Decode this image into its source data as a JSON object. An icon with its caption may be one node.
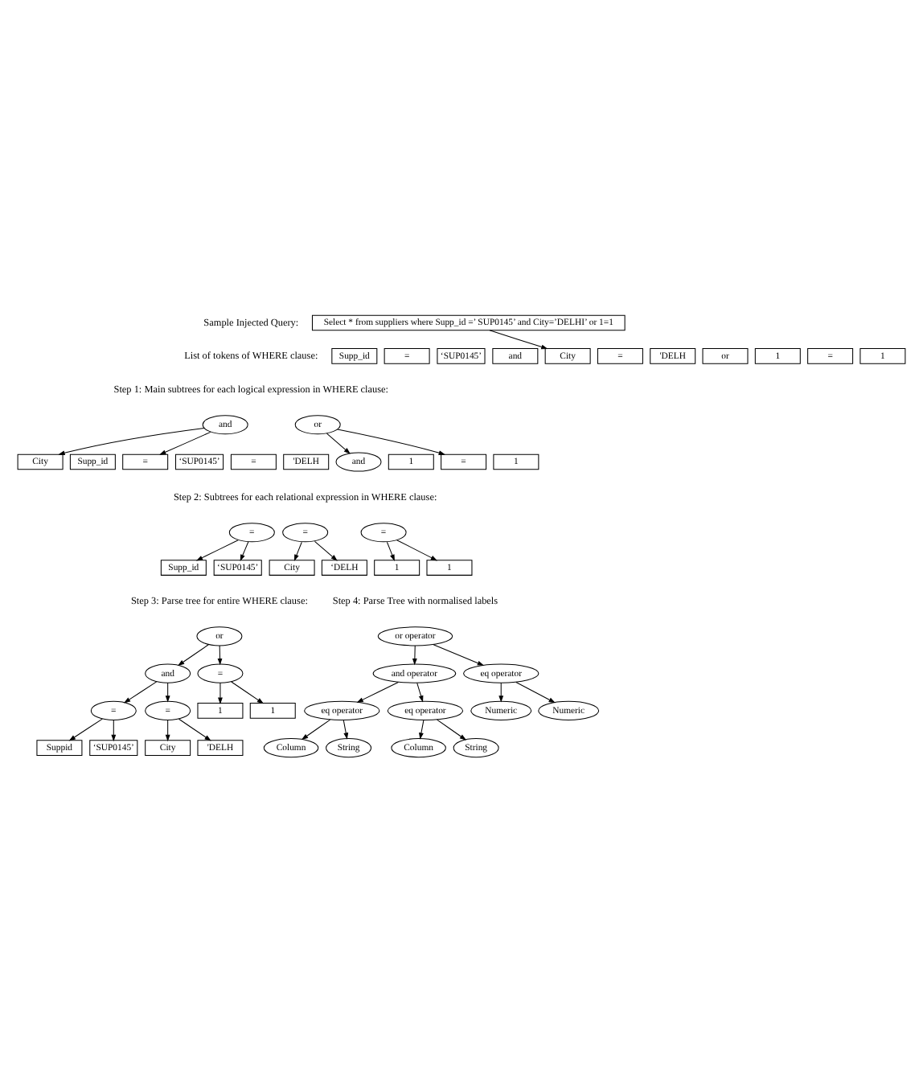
{
  "diagram": {
    "nodes": [
      {
        "text": [
          "Select * from suppliers where Supp_id =’ SUP0145’ and City=’DELHI’ or 1=1"
        ]
      },
      {
        "text": [
          "Supp_id"
        ]
      },
      {
        "text": [
          "="
        ]
      },
      {
        "text": [
          "‘SUP0145’"
        ]
      },
      {
        "text": [
          "and"
        ]
      },
      {
        "text": [
          "City"
        ]
      },
      {
        "text": [
          "="
        ]
      },
      {
        "text": [
          "'DELH"
        ]
      },
      {
        "text": [
          "or"
        ]
      },
      {
        "text": [
          "1"
        ]
      },
      {
        "text": [
          "="
        ]
      },
      {
        "text": [
          "1"
        ]
      },
      {
        "text": [
          "and"
        ]
      },
      {
        "text": [
          "Supp_id"
        ]
      },
      {
        "text": [
          "="
        ]
      },
      {
        "text": [
          "‘SUP0145’"
        ]
      },
      {
        "text": [
          "City"
        ]
      },
      {
        "text": [
          "="
        ]
      },
      {
        "text": [
          "'DELH"
        ]
      },
      {
        "text": [
          "or"
        ]
      },
      {
        "text": [
          "and"
        ]
      },
      {
        "text": [
          "1"
        ]
      },
      {
        "text": [
          "="
        ]
      },
      {
        "text": [
          "1"
        ]
      },
      {
        "text": [
          "="
        ]
      },
      {
        "text": [
          "Supp_id"
        ]
      },
      {
        "text": [
          "‘SUP0145’"
        ]
      },
      {
        "text": [
          "="
        ]
      },
      {
        "text": [
          "City"
        ]
      },
      {
        "text": [
          "‘DELH"
        ]
      },
      {
        "text": [
          "="
        ]
      },
      {
        "text": [
          "1"
        ]
      },
      {
        "text": [
          "1"
        ]
      },
      {
        "text": [
          "or"
        ]
      },
      {
        "text": [
          "and"
        ]
      },
      {
        "text": [
          "="
        ]
      },
      {
        "text": [
          "="
        ]
      },
      {
        "text": [
          "="
        ]
      },
      {
        "text": [
          "1"
        ]
      },
      {
        "text": [
          "1"
        ]
      },
      {
        "text": [
          "Suppid"
        ]
      },
      {
        "text": [
          "‘SUP0145’"
        ]
      },
      {
        "text": [
          "City"
        ]
      },
      {
        "text": [
          "'DELH"
        ]
      },
      {
        "text": [
          "or operator"
        ]
      },
      {
        "text": [
          "and operator"
        ]
      },
      {
        "text": [
          "eq operator"
        ]
      },
      {
        "text": [
          "eq operator"
        ]
      },
      {
        "text": [
          "eq operator"
        ]
      },
      {
        "text": [
          "Numeric"
        ]
      },
      {
        "text": [
          "Numeric"
        ]
      },
      {
        "text": [
          "Column"
        ]
      },
      {
        "text": [
          "String"
        ]
      },
      {
        "text": [
          "Column"
        ]
      },
      {
        "text": [
          "String"
        ]
      }
    ],
    "edges": [
      {
        "from": 0,
        "to": 5,
        "arrow": "to"
      },
      {
        "from": 12,
        "to": 14,
        "arrow": "to"
      },
      {
        "from": 12,
        "to": 16,
        "arrow": "to"
      },
      {
        "from": 19,
        "to": 20,
        "arrow": "to"
      },
      {
        "from": 19,
        "to": 22,
        "arrow": "to"
      },
      {
        "from": 24,
        "to": 25,
        "arrow": "to"
      },
      {
        "from": 24,
        "to": 26,
        "arrow": "to"
      },
      {
        "from": 27,
        "to": 28,
        "arrow": "to"
      },
      {
        "from": 27,
        "to": 29,
        "arrow": "to"
      },
      {
        "from": 30,
        "to": 31,
        "arrow": "to"
      },
      {
        "from": 30,
        "to": 32,
        "arrow": "to"
      },
      {
        "from": 33,
        "to": 34,
        "arrow": "to"
      },
      {
        "from": 33,
        "to": 35,
        "arrow": "to"
      },
      {
        "from": 34,
        "to": 36,
        "arrow": "to"
      },
      {
        "from": 34,
        "to": 37,
        "arrow": "to"
      },
      {
        "from": 35,
        "to": 38,
        "arrow": "to"
      },
      {
        "from": 35,
        "to": 39,
        "arrow": "to"
      },
      {
        "from": 36,
        "to": 40,
        "arrow": "to"
      },
      {
        "from": 36,
        "to": 41,
        "arrow": "to"
      },
      {
        "from": 37,
        "to": 42,
        "arrow": "to"
      },
      {
        "from": 37,
        "to": 43,
        "arrow": "to"
      },
      {
        "from": 44,
        "to": 45,
        "arrow": "to"
      },
      {
        "from": 44,
        "to": 46,
        "arrow": "to"
      },
      {
        "from": 45,
        "to": 47,
        "arrow": "to"
      },
      {
        "from": 45,
        "to": 48,
        "arrow": "to"
      },
      {
        "from": 46,
        "to": 49,
        "arrow": "to"
      },
      {
        "from": 46,
        "to": 50,
        "arrow": "to"
      },
      {
        "from": 47,
        "to": 51,
        "arrow": "to"
      },
      {
        "from": 47,
        "to": 52,
        "arrow": "to"
      },
      {
        "from": 48,
        "to": 53,
        "arrow": "to"
      },
      {
        "from": 48,
        "to": 54,
        "arrow": "to"
      }
    ],
    "labels": [
      "Sample Injected Query:",
      "List of tokens of WHERE clause:",
      "Step 1: Main subtrees for each logical expression in WHERE clause:",
      "Step 2: Subtrees for each relational expression in WHERE clause:",
      "Step 3: Parse tree for entire WHERE clause:",
      "Step 4: Parse Tree with normalised labels"
    ]
  }
}
